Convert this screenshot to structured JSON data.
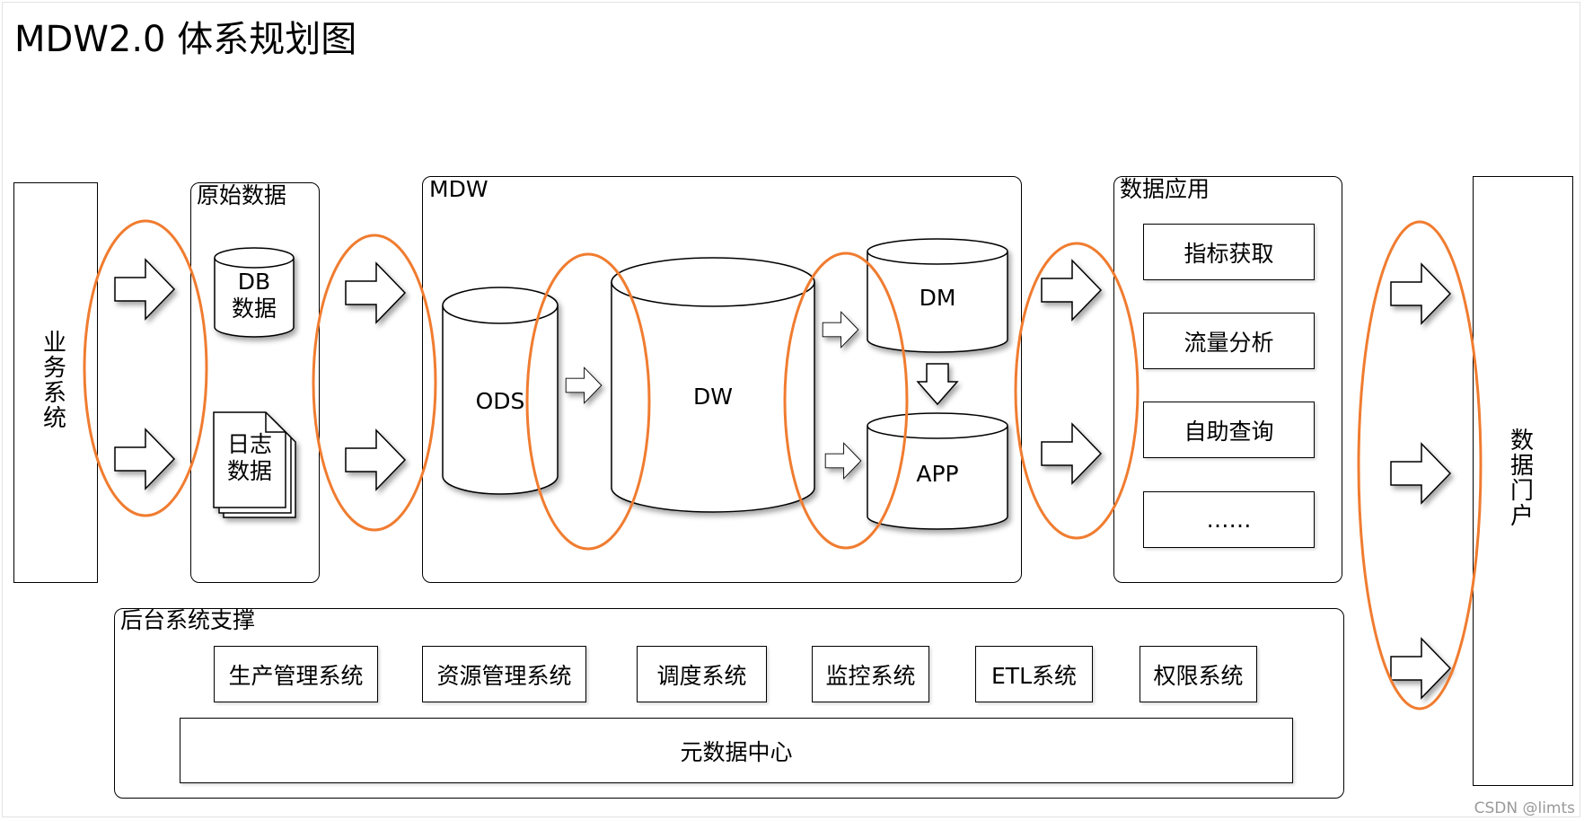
{
  "title": "MDW2.0 体系规划图",
  "business_system": "业务系统",
  "raw_data": {
    "label": "原始数据",
    "db": [
      "DB",
      "数据"
    ],
    "log": [
      "日志",
      "数据"
    ]
  },
  "mdw": {
    "label": "MDW",
    "ods": "ODS",
    "dw": "DW",
    "dm": "DM",
    "app": "APP"
  },
  "data_apps": {
    "label": "数据应用",
    "items": [
      "指标获取",
      "流量分析",
      "自助查询",
      "……"
    ]
  },
  "data_portal": "数据门户",
  "backend": {
    "label": "后台系统支撑",
    "systems": [
      "生产管理系统",
      "资源管理系统",
      "调度系统",
      "监控系统",
      "ETL系统",
      "权限系统"
    ],
    "metadata_center": "元数据中心"
  },
  "colors": {
    "highlight": "#f07c30",
    "stroke": "#000000"
  },
  "watermark": "CSDN @limts"
}
